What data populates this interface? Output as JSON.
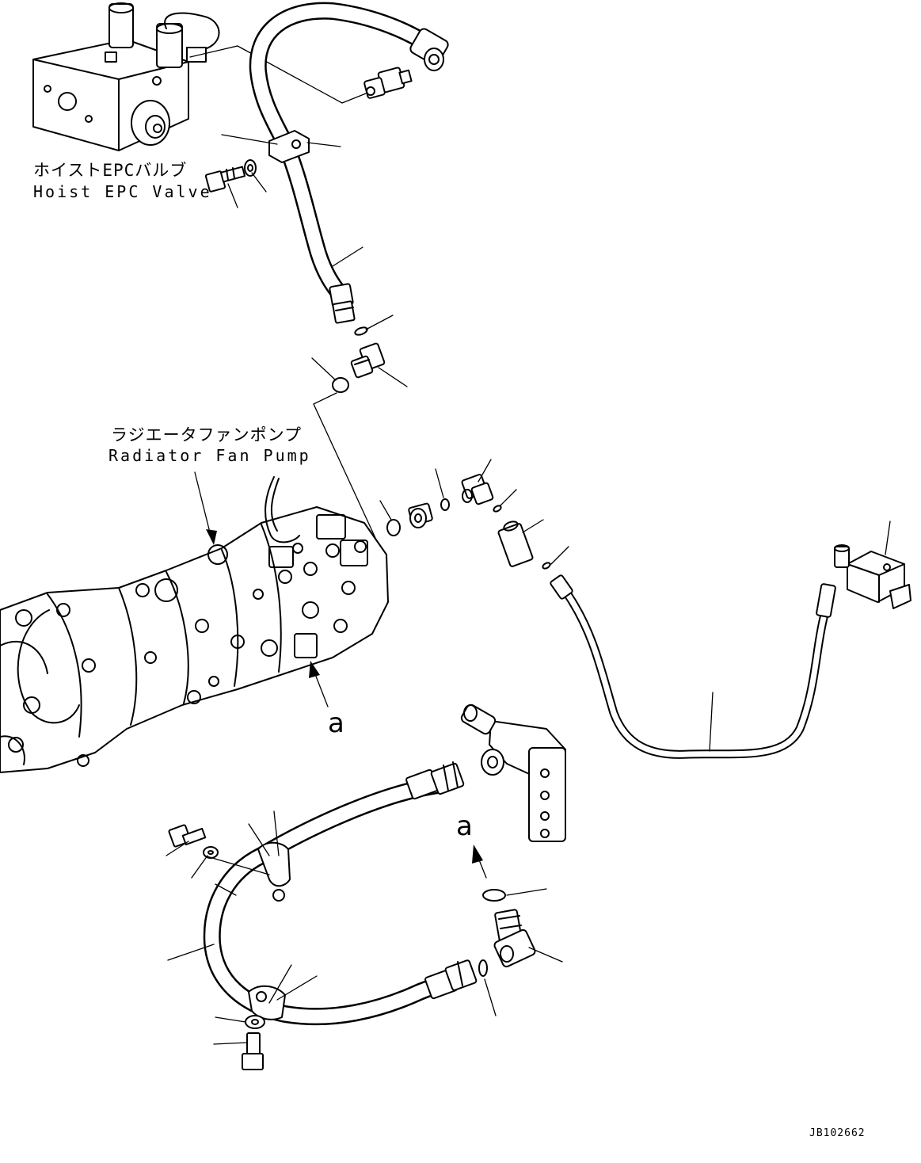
{
  "labels": {
    "hoist_valve_jp": "ホイストEPCバルブ",
    "hoist_valve_en": "Hoist EPC Valve",
    "fan_pump_jp": "ラジエータファンポンプ",
    "fan_pump_en": "Radiator Fan Pump",
    "view_a_upper": "a",
    "view_a_lower": "a",
    "drawing_code": "JB102662"
  }
}
